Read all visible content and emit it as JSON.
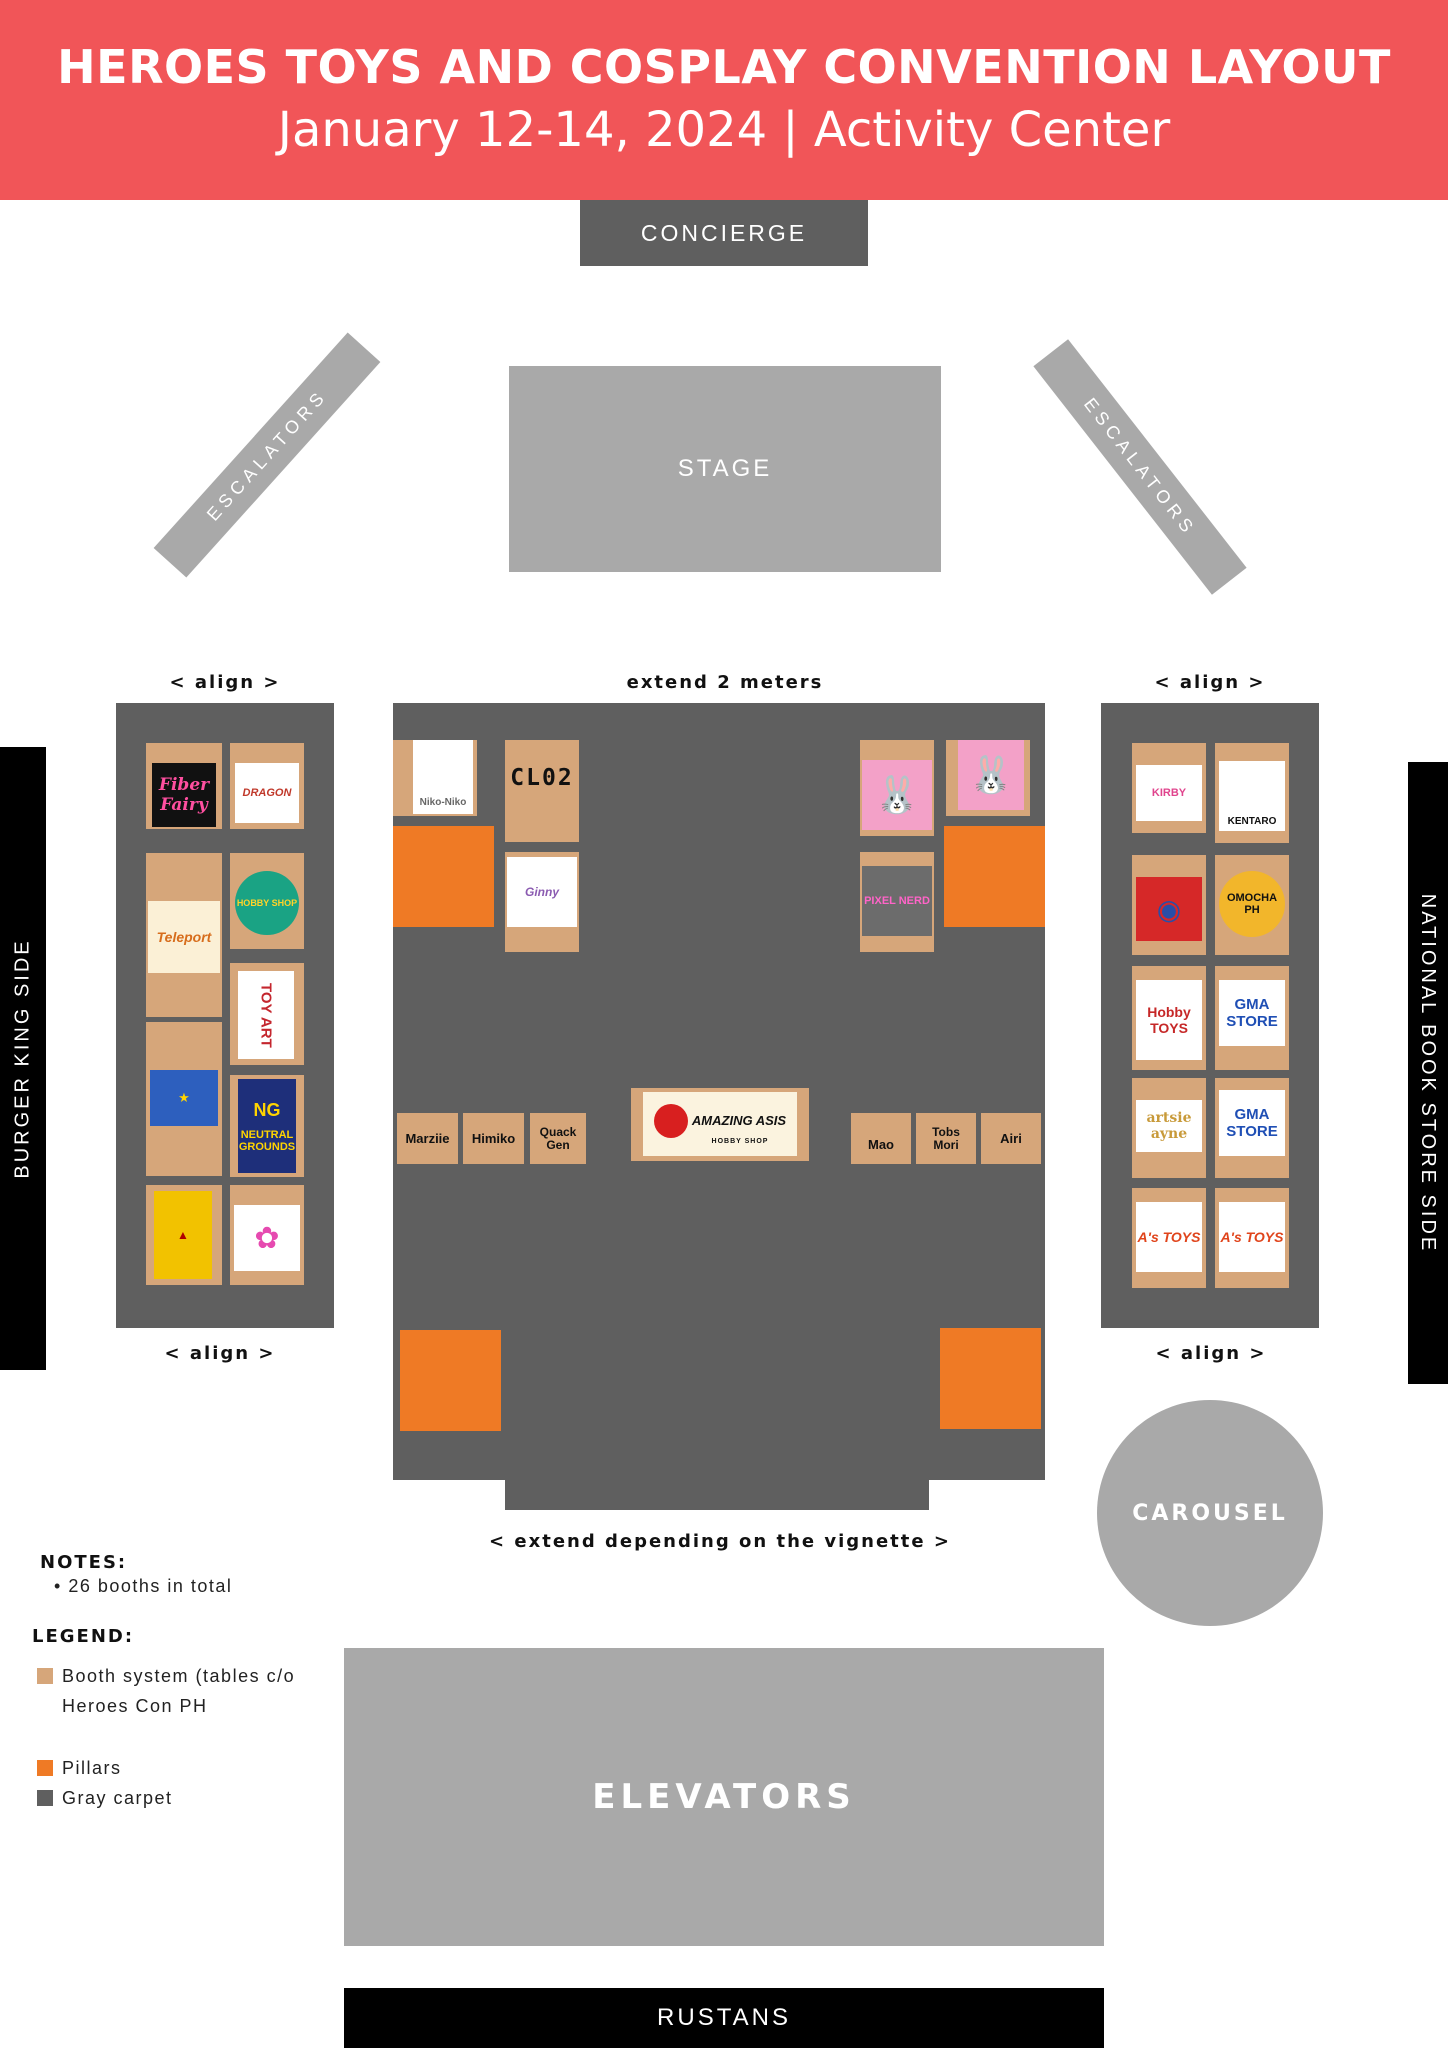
{
  "header": {
    "title": "HEROES TOYS AND COSPLAY CONVENTION LAYOUT",
    "subtitle": "January 12-14, 2024 | Activity Center"
  },
  "landmarks": {
    "concierge": "CONCIERGE",
    "stage": "STAGE",
    "escalators_left": "ESCALATORS",
    "escalators_right": "ESCALATORS",
    "burger_king_side": "BURGER KING SIDE",
    "national_book_store_side": "NATIONAL BOOK STORE SIDE",
    "carousel": "CAROUSEL",
    "elevators": "ELEVATORS",
    "rustans": "RUSTANS"
  },
  "annotations": {
    "align_left_top": "< align >",
    "align_left_bottom": "< align >",
    "align_right_top": "< align >",
    "align_right_bottom": "< align >",
    "extend_top": "extend 2 meters",
    "extend_bottom": "< extend depending on the vignette >"
  },
  "booths": {
    "center_top_left": {
      "niko": "Niko-Niko",
      "cl02": "CL02",
      "ginny": "Ginny"
    },
    "center_row_left": [
      "Marziie",
      "Himiko",
      "Quack Gen"
    ],
    "center_feature": {
      "text": "AMAZING ASIS",
      "sub": "HOBBY SHOP"
    },
    "center_row_right": [
      "Mao",
      "Tobs Mori",
      "Airi"
    ],
    "center_top_right": {
      "pixel": "PIXEL NERD"
    },
    "left_aisle": {
      "fiber": "Fiber Fairy",
      "dragon": "DRAGON",
      "teleport": "Teleport",
      "hobby": "HOBBY SHOP",
      "toyart": "TOY ART",
      "neutral": "NEUTRAL GROUNDS",
      "ng": "NG"
    },
    "right_aisle": {
      "kirby": "KIRBY",
      "kentaro": "KENTARO",
      "omocha": "OMOCHA PH",
      "hobbytoys": "Hobby TOYS",
      "gma1": "GMA STORE",
      "cartsie": "artsie ayne",
      "gma2": "GMA STORE",
      "as1": "A's TOYS",
      "as2": "A's TOYS"
    }
  },
  "notes": {
    "heading": "NOTES:",
    "items": [
      "26 booths in total"
    ]
  },
  "legend": {
    "heading": "LEGEND:",
    "items": [
      {
        "label_line1": "Booth system (tables c/o",
        "label_line2": "Heroes Con PH",
        "color": "#d6a67a"
      },
      {
        "label_line1": "Pillars",
        "color": "#ef7a25"
      },
      {
        "label_line1": "Gray carpet",
        "color": "#5f5f5f"
      }
    ]
  },
  "colors": {
    "header": "#f15558",
    "booth": "#d6a67a",
    "pillar": "#ef7a25",
    "carpet": "#5f5f5f",
    "structure": "#a9a9a9"
  }
}
